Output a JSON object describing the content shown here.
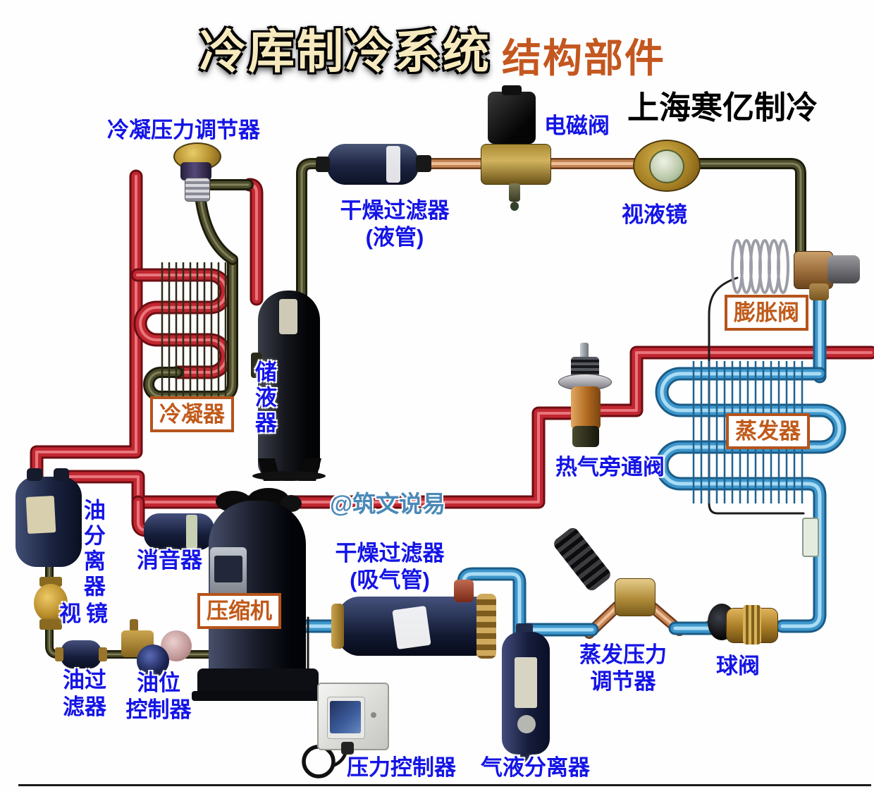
{
  "title": {
    "main": "冷库制冷系统",
    "accent": "结构部件",
    "brand": "上海寒亿制冷"
  },
  "watermark": "@筑文说易",
  "colors": {
    "label_blue": "#1414e6",
    "boxed_label_orange": "#c05a1a",
    "boxed_label_border": "#b5541c",
    "title_fill": "#f6e9bd",
    "title_accent": "#c3571f",
    "watermark_blue": "#4a89b8",
    "pipe_red": "#c22731",
    "pipe_blue": "#3e97cc",
    "pipe_dark_olive": "#4c4c2c",
    "pipe_copper": "#c48454"
  },
  "labels": {
    "condensing_pressure_regulator": "冷凝压力调节器",
    "solenoid_valve": "电磁阀",
    "filter_drier_liquid": "干燥过滤器\n(液管)",
    "sight_glass_liquid": "视液镜",
    "expansion_valve": "膨胀阀",
    "condenser": "冷凝器",
    "receiver": "储液器",
    "evaporator": "蒸发器",
    "hot_gas_bypass_valve": "热气旁通阀",
    "oil_separator": "油分离器",
    "muffler": "消音器",
    "compressor": "压缩机",
    "filter_drier_suction": "干燥过滤器\n(吸气管)",
    "sight_glass_oil": "视镜",
    "oil_filter": "油过\n滤器",
    "oil_level_controller": "油位\n控制器",
    "pressure_controller": "压力控制器",
    "suction_accumulator": "气液分离器",
    "evaporating_pressure_regulator": "蒸发压力\n调节器",
    "ball_valve": "球阀"
  }
}
